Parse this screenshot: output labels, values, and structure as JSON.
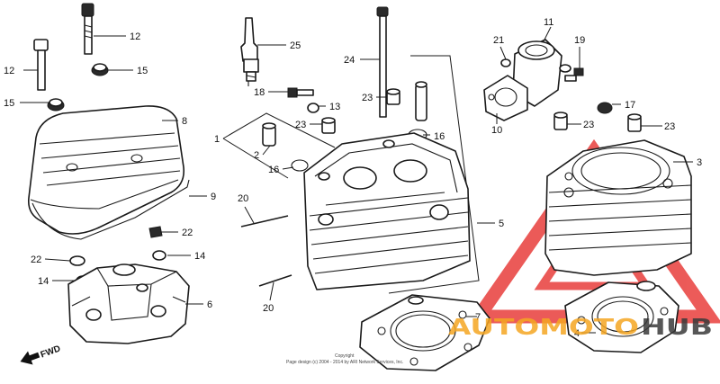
{
  "callouts": {
    "c1": "1",
    "c2": "2",
    "c3": "3",
    "c4": "4",
    "c5": "5",
    "c6": "6",
    "c7": "7",
    "c8": "8",
    "c9": "9",
    "c10": "10",
    "c11": "11",
    "c12a": "12",
    "c12b": "12",
    "c13": "13",
    "c14a": "14",
    "c14b": "14",
    "c15a": "15",
    "c15b": "15",
    "c16a": "16",
    "c16b": "16",
    "c17": "17",
    "c18": "18",
    "c19": "19",
    "c20a": "20",
    "c20b": "20",
    "c21": "21",
    "c22a": "22",
    "c22b": "22",
    "c23a": "23",
    "c23b": "23",
    "c23c": "23",
    "c23d": "23",
    "c24": "24",
    "c25": "25"
  },
  "fwd_label": "FWD",
  "copyright": {
    "line1": "Copyright",
    "line2": "Page design (c) 2004 - 2014 by ARI Network Services, Inc."
  },
  "watermark": {
    "text_part1": "AUTOMOTO",
    "text_part2": "HUB",
    "color_red": "#e52421",
    "color_orange": "#f5a623",
    "color_dark": "#3a3a3a"
  }
}
